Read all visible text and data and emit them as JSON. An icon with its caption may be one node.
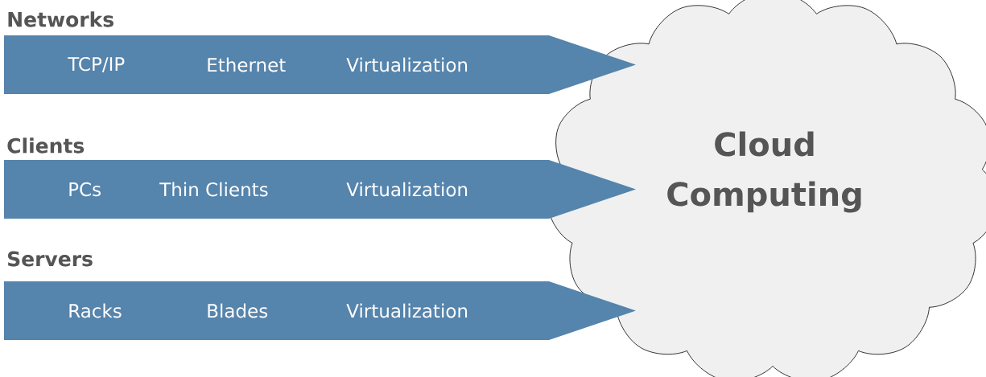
{
  "diagram": {
    "nodes": [
      {
        "text": [
          "Networks",
          "TCP/IP",
          "Ethernet",
          "Virtualization"
        ]
      },
      {
        "text": [
          "Clients",
          "PCs",
          "Thin Clients",
          "Virtualization"
        ]
      },
      {
        "text": [
          "Servers",
          "Racks",
          "Blades",
          "Virtualization"
        ]
      },
      {
        "text": [
          "Cloud Computing"
        ]
      }
    ]
  }
}
